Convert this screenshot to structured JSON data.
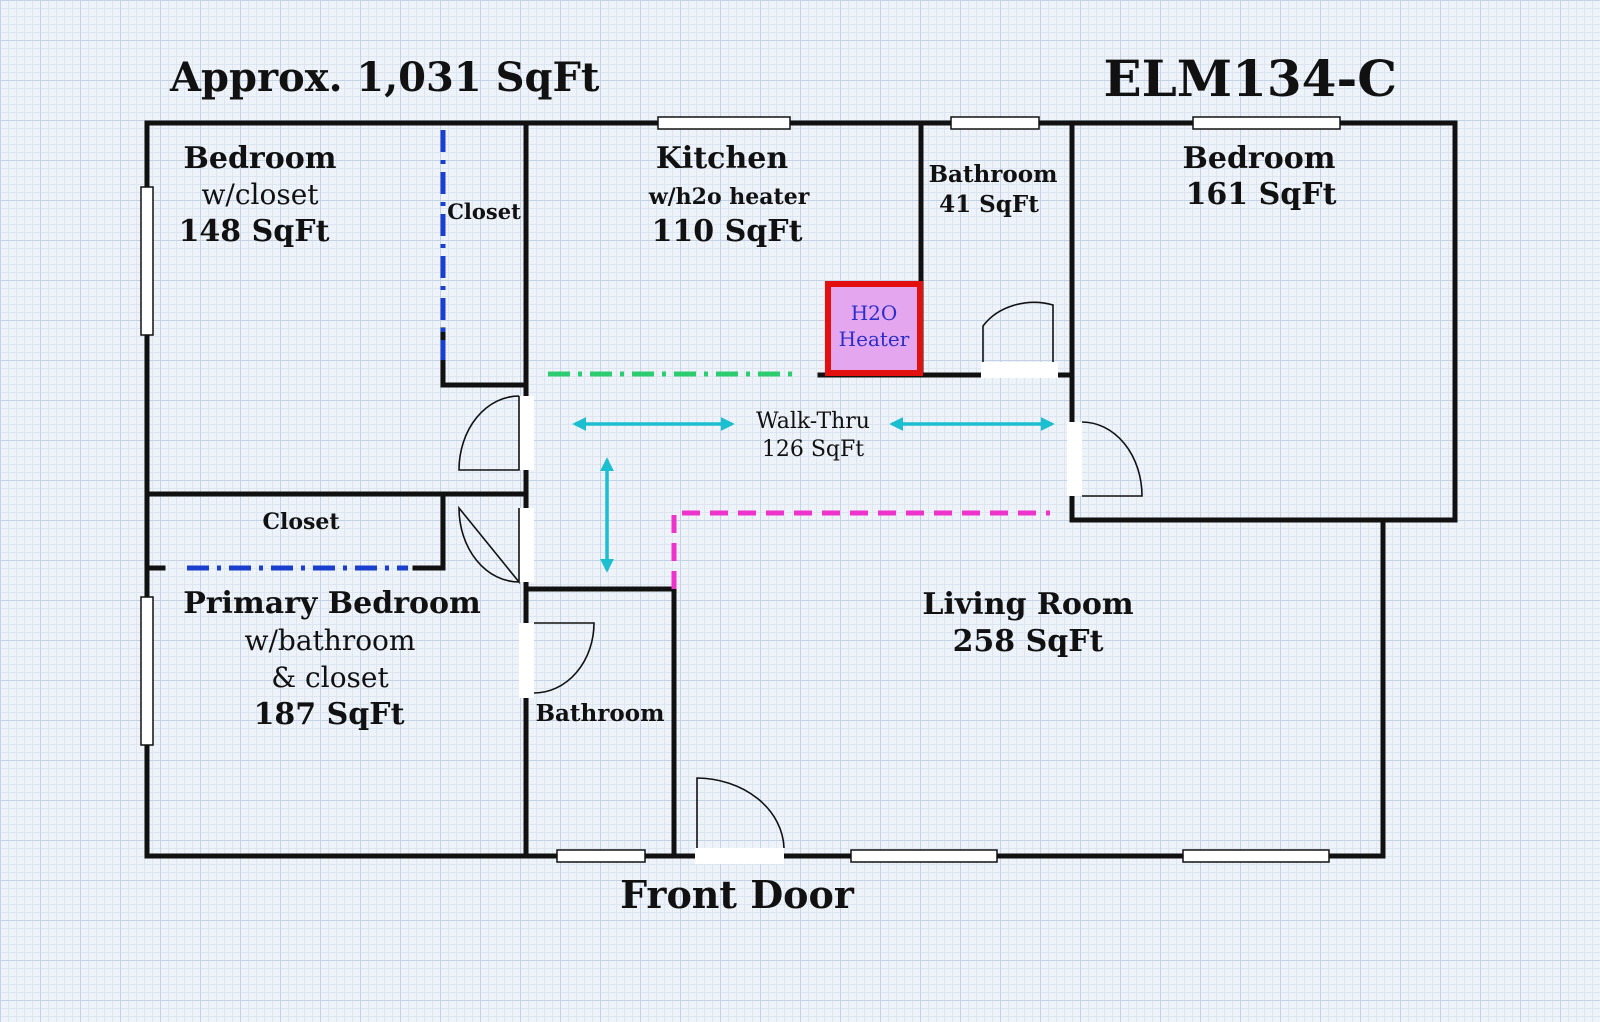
{
  "header": {
    "area": "Approx. 1,031 SqFt",
    "code": "ELM134-C"
  },
  "footer": {
    "entrance": "Front Door"
  },
  "rooms": {
    "bedroom_nw": {
      "name": "Bedroom",
      "note": "w/closet",
      "area": "148 SqFt"
    },
    "closet_nw": {
      "name": "Closet"
    },
    "kitchen": {
      "name": "Kitchen",
      "note": "w/h2o heater",
      "area": "110 SqFt"
    },
    "water_heater": {
      "line1": "H2O",
      "line2": "Heater"
    },
    "bathroom_n": {
      "name": "Bathroom",
      "area": "41 SqFt"
    },
    "bedroom_ne": {
      "name": "Bedroom",
      "area": "161 SqFt"
    },
    "walkthru": {
      "name": "Walk-Thru",
      "area": "126 SqFt"
    },
    "closet_w": {
      "name": "Closet"
    },
    "primary_bedroom": {
      "name": "Primary Bedroom",
      "note1": "w/bathroom",
      "note2": "& closet",
      "area": "187 SqFt"
    },
    "bathroom_s": {
      "name": "Bathroom"
    },
    "living_room": {
      "name": "Living Room",
      "area": "258 SqFt"
    }
  },
  "colors": {
    "wall": "#111111",
    "closet_divider": "#1a3fcf",
    "kitchen_divider": "#2ecc71",
    "living_divider": "#ee33cc",
    "walk_arrow": "#1bbfd0",
    "heater_border": "#e31010",
    "heater_fill": "#e4a6ee",
    "heater_text": "#2a2fc8"
  }
}
